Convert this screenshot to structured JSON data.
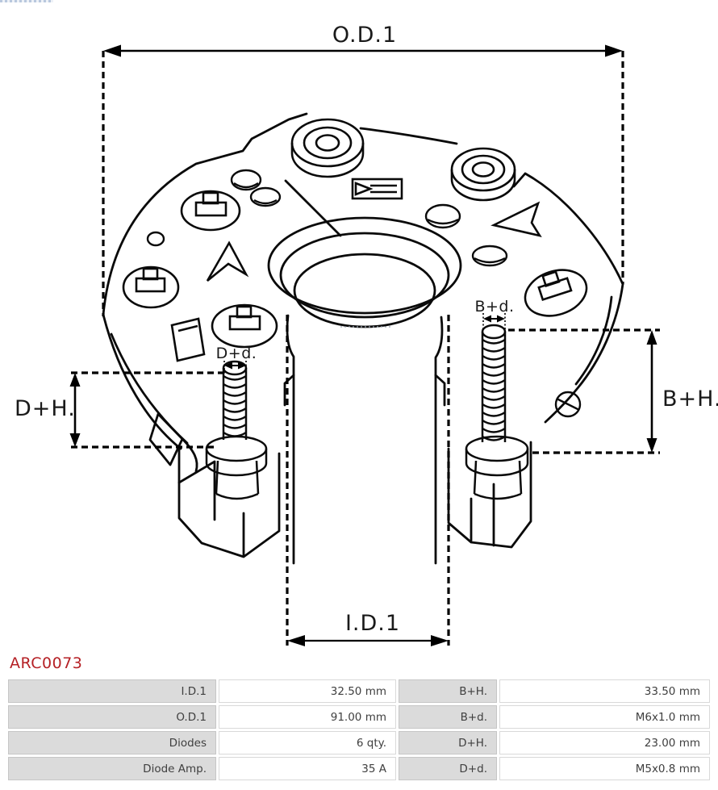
{
  "header": {
    "part_number": "ARC0073"
  },
  "diagram": {
    "type": "technical-drawing-rectifier",
    "dimension_labels": {
      "od1": "O.D.1",
      "id1": "I.D.1",
      "bh": "B+H.",
      "bd": "B+d.",
      "dh": "D+H.",
      "dd": "D+d."
    }
  },
  "colors": {
    "part_number_red": "#b52025",
    "drawing_line": "#0a0a0a",
    "table_label_bg": "#dbdbdb",
    "table_value_bg": "#ffffff",
    "table_border": "#c6c6c6"
  },
  "spec_table": {
    "rows": [
      {
        "label_left": "I.D.1",
        "value_left": "32.50 mm",
        "label_right": "B+H.",
        "value_right": "33.50 mm"
      },
      {
        "label_left": "O.D.1",
        "value_left": "91.00 mm",
        "label_right": "B+d.",
        "value_right": "M6x1.0 mm"
      },
      {
        "label_left": "Diodes",
        "value_left": "6 qty.",
        "label_right": "D+H.",
        "value_right": "23.00 mm"
      },
      {
        "label_left": "Diode Amp.",
        "value_left": "35 A",
        "label_right": "D+d.",
        "value_right": "M5x0.8 mm"
      }
    ]
  }
}
